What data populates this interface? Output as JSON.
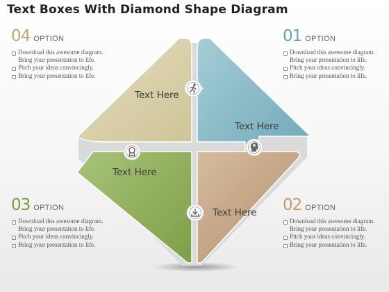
{
  "title": "Text Boxes With Diamond Shape Diagram",
  "colors": {
    "option_01": "#6aa3b6",
    "option_02": "#c49a72",
    "option_03": "#7d9a46",
    "option_04": "#b9a97a",
    "petal_top_right": "#8fc0cc",
    "petal_bottom_right": "#c6a887",
    "petal_bottom_left": "#9db86d",
    "petal_top_left": "#d9d2af"
  },
  "options": {
    "o01": {
      "number": "01",
      "label": "OPTION",
      "bullets": [
        "Download this awesome diagram.",
        "Bring your presentation to life.",
        "Pitch your ideas convincingly.",
        "Bring your presentation to life."
      ]
    },
    "o02": {
      "number": "02",
      "label": "OPTION",
      "bullets": [
        "Download this awesome diagram.",
        "Bring your presentation to life.",
        "Pitch your ideas convincingly.",
        "Bring your presentation to life."
      ]
    },
    "o03": {
      "number": "03",
      "label": "OPTION",
      "bullets": [
        "Download this awesome diagram.",
        "Bring your presentation to life.",
        "Pitch your ideas convincingly.",
        "Bring your presentation to life."
      ]
    },
    "o04": {
      "number": "04",
      "label": "OPTION",
      "bullets": [
        "Download this awesome diagram.",
        "Bring your presentation to life.",
        "Pitch your ideas convincingly.",
        "Bring your presentation to life."
      ]
    }
  },
  "petals": {
    "top_left": {
      "text": "Text Here",
      "icon": "running-man-icon"
    },
    "top_right": {
      "text": "Text Here",
      "icon": "head-gear-icon"
    },
    "bottom_left": {
      "text": "Text Here",
      "icon": "award-medal-icon"
    },
    "bottom_right": {
      "text": "Text Here",
      "icon": "download-tray-icon"
    }
  }
}
